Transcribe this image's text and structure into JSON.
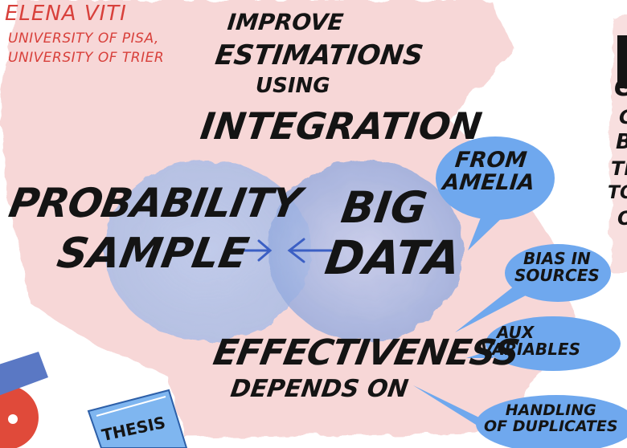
{
  "author": {
    "name": "ELENA VITI",
    "affiliation_line1": "UNIVERSITY OF PISA,",
    "affiliation_line2": "UNIVERSITY OF TRIER"
  },
  "title": {
    "line1": "IMPROVE",
    "line2": "ESTIMATIONS",
    "line3": "USING",
    "line4": "INTEGRATION"
  },
  "venn": {
    "left_line1": "PROBABILITY",
    "left_line2": "SAMPLE",
    "right_line1": "BIG",
    "right_line2": "DATA"
  },
  "effectiveness": {
    "line1": "EFFECTIVENESS",
    "line2": "DEPENDS ON"
  },
  "bubbles": {
    "from_line1": "FROM",
    "from_line2": "AMELIA",
    "bias_line1": "BIAS IN",
    "bias_line2": "SOURCES",
    "aux_line1": "AUX",
    "aux_line2": "VARIABLES",
    "handling_line1": "HANDLING",
    "handling_line2": "OF DUPLICATES"
  },
  "right_edge": {
    "lines": [
      "G",
      "C",
      "B",
      "TI",
      "TO",
      "O"
    ]
  },
  "book": {
    "label": "THESIS"
  },
  "colors": {
    "ink": "#141414",
    "accent_red": "#d8403b",
    "wash_pink": "#f4c9c9",
    "circle_blue": "#9fb8e6",
    "bubble_blue": "#6fa8ee",
    "arrow_blue": "#3b5fc4"
  }
}
